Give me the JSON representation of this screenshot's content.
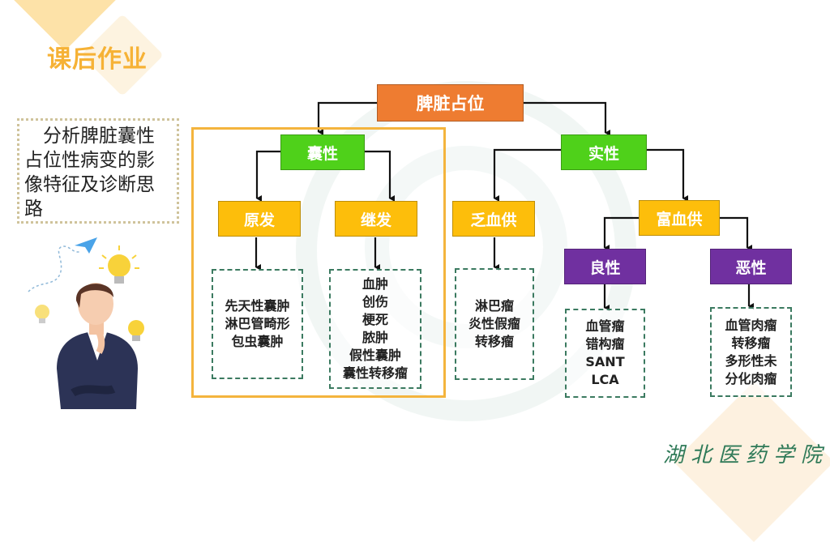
{
  "header": {
    "title": "课后作业"
  },
  "task": {
    "text": "分析脾脏囊性占位性病变的影像特征及诊断思路"
  },
  "diagram": {
    "root": "脾脏占位",
    "cystic": {
      "label": "囊性",
      "primary": {
        "label": "原发",
        "items": [
          "先天性囊肿",
          "淋巴管畸形",
          "包虫囊肿"
        ]
      },
      "secondary": {
        "label": "继发",
        "items": [
          "血肿",
          "创伤",
          "梗死",
          "脓肿",
          "假性囊肿",
          "囊性转移瘤"
        ]
      }
    },
    "solid": {
      "label": "实性",
      "hypovascular": {
        "label": "乏血供",
        "items": [
          "淋巴瘤",
          "炎性假瘤",
          "转移瘤"
        ]
      },
      "hypervascular": {
        "label": "富血供",
        "benign": {
          "label": "良性",
          "items": [
            "血管瘤",
            "错构瘤",
            "SANT",
            "LCA"
          ]
        },
        "malignant": {
          "label": "恶性",
          "items": [
            "血管肉瘤",
            "转移瘤",
            "多形性未",
            "分化肉瘤"
          ]
        }
      }
    }
  },
  "colors": {
    "root": "#ee7c31",
    "level1": "#4fd11a",
    "level2": "#fdbe0b",
    "level3": "#7030a0",
    "title": "#f6b236",
    "frame": "#f4b43d"
  },
  "footer": {
    "logo_text": "湖北医药学院"
  }
}
